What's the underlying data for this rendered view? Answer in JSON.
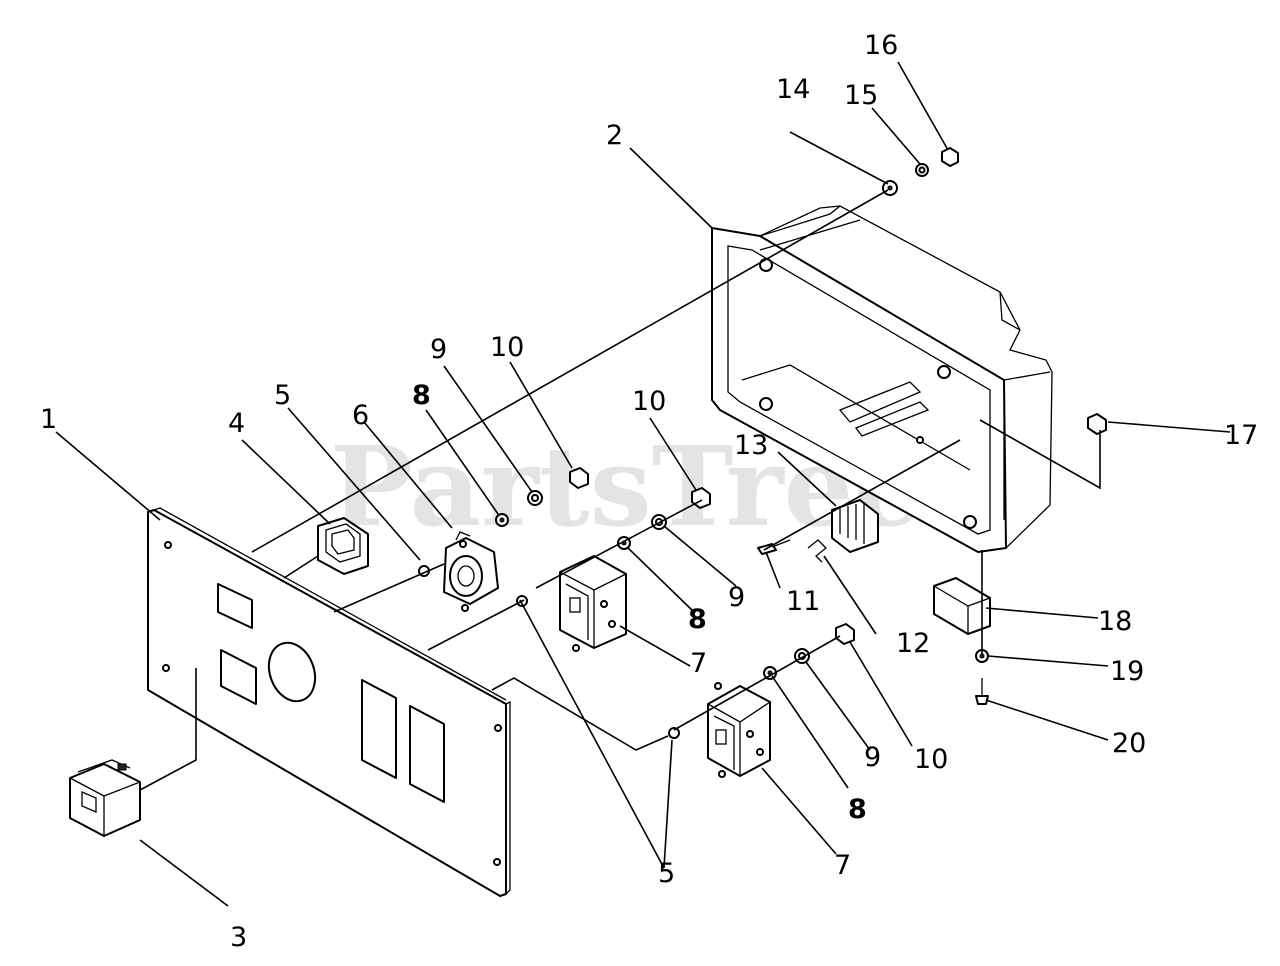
{
  "watermark": {
    "text": "PartsTree",
    "tm": "™"
  },
  "callouts": {
    "c1": "1",
    "c2": "2",
    "c3": "3",
    "c4": "4",
    "c5a": "5",
    "c5b": "5",
    "c6": "6",
    "c7a": "7",
    "c7b": "7",
    "c8a": "8",
    "c8b": "8",
    "c8c": "8",
    "c9a": "9",
    "c9b": "9",
    "c9c": "9",
    "c10a": "10",
    "c10b": "10",
    "c10c": "10",
    "c11": "11",
    "c12": "12",
    "c13": "13",
    "c14": "14",
    "c15": "15",
    "c16": "16",
    "c17": "17",
    "c18": "18",
    "c19": "19",
    "c20": "20"
  }
}
